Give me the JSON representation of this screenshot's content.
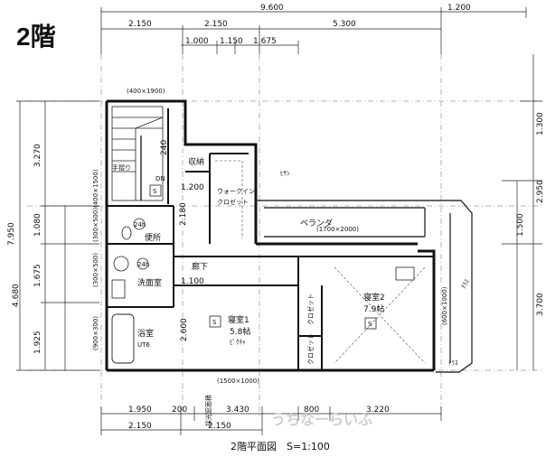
{
  "floor_title": "2階",
  "caption": "2階平面図　S=1:100",
  "watermark": "うちなーらいふ",
  "dimensions": {
    "top_overall": "9.600",
    "top_right": "1.200",
    "top_row2": [
      "2.150",
      "2.150",
      "5.300"
    ],
    "top_row3": [
      "1.000",
      "1.150",
      "1.675"
    ],
    "bottom_row1": [
      "1.950",
      "200",
      "3.430",
      "800",
      "3.220"
    ],
    "bottom_row2": [
      "2.150",
      "2.150"
    ],
    "left_overall": "7.950",
    "left_col1": [
      "3.270",
      "1.080",
      "1.675",
      "1.925"
    ],
    "left_col1b": "4.680",
    "interior": [
      "240",
      "1.200",
      "2.180",
      "1.100",
      "2.600"
    ],
    "right_col": [
      "1.300",
      "2.950",
      "1.500",
      "3.700"
    ]
  },
  "rooms": {
    "bedroom1": {
      "name": "寝室1",
      "area": "5.8帖",
      "note": "ﾋﾟｸﾁｬ"
    },
    "bedroom2": {
      "name": "寝室2",
      "area": "7.9帖"
    },
    "washroom": "洗面室",
    "toilet": "便所",
    "bath": "浴室",
    "bath_sub": "UT6",
    "hall": "廊下",
    "storage": "収納",
    "walkin": "ウォークイン\nクロゼット",
    "closet": "クロゼット",
    "closet2": "クロゼット",
    "balcony": "ベランダ",
    "balcony_right": "ﾃﾗｽ",
    "eaves": "ﾋｻｼ",
    "stair_dn": "DN",
    "handrail": "手摺り",
    "mark_s": "S",
    "h24": "24h"
  },
  "annotations": {
    "stair_opening": "(400×1900)",
    "window_left1": "(400×1500)",
    "window_left2": "(300×500)",
    "window_left3": "(300×500)",
    "window_left4": "(900×300)",
    "window_balcony": "(1700×2000)",
    "window_bed2": "(600×1000)",
    "window_bottom": "(1500×1000)",
    "light_well": "採光窓面積",
    "right_edge": "ﾃﾞｯｷ",
    "right_note": "ﾃﾗｽ"
  }
}
